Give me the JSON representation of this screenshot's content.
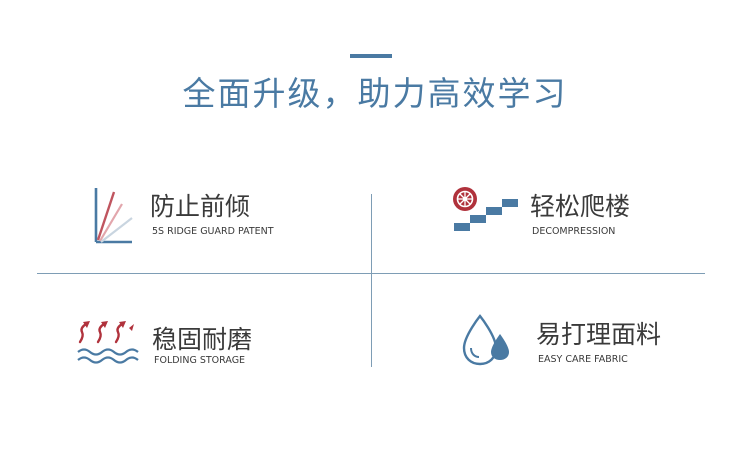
{
  "header": {
    "title": "全面升级，助力高效学习"
  },
  "features": [
    {
      "title": "防止前倾",
      "subtitle": "5S RIDGE GUARD PATENT",
      "icon": "ridge-guard-icon"
    },
    {
      "title": "轻松爬楼",
      "subtitle": "DECOMPRESSION",
      "icon": "stair-wheel-icon"
    },
    {
      "title": "稳固耐磨",
      "subtitle": "FOLDING STORAGE",
      "icon": "wave-arrows-icon"
    },
    {
      "title": "易打理面料",
      "subtitle": "EASY CARE FABRIC",
      "icon": "water-drops-icon"
    }
  ],
  "colors": {
    "accent_blue": "#4a7aa3",
    "accent_red": "#b0323c",
    "divider": "#7e9db5",
    "text": "#3a3a3a"
  }
}
